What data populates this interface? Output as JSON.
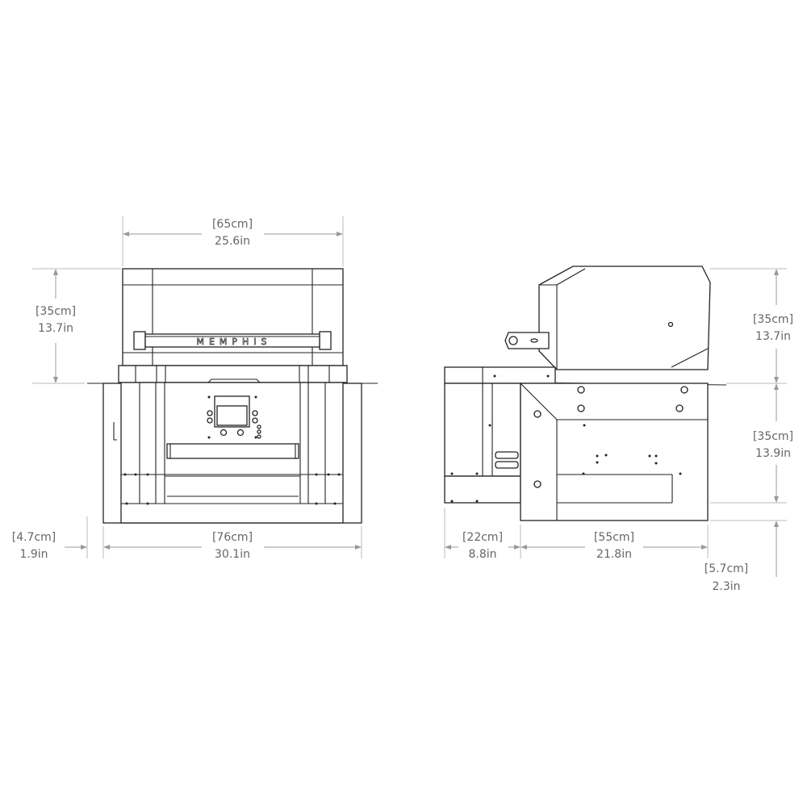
{
  "front_view": {
    "brand_logo": "MEMPHIS",
    "width_top": {
      "metric": "[65cm]",
      "imperial": "25.6in"
    },
    "hood_height": {
      "metric": "[35cm]",
      "imperial": "13.7in"
    },
    "flange": {
      "metric": "[4.7cm]",
      "imperial": "1.9in"
    },
    "width_bottom": {
      "metric": "[76cm]",
      "imperial": "30.1in"
    }
  },
  "side_view": {
    "hood_height": {
      "metric": "[35cm]",
      "imperial": "13.7in"
    },
    "body_height": {
      "metric": "[35cm]",
      "imperial": "13.9in"
    },
    "front_depth": {
      "metric": "[22cm]",
      "imperial": "8.8in"
    },
    "body_depth": {
      "metric": "[55cm]",
      "imperial": "21.8in"
    },
    "bottom_offset": {
      "metric": "[5.7cm]",
      "imperial": "2.3in"
    }
  }
}
